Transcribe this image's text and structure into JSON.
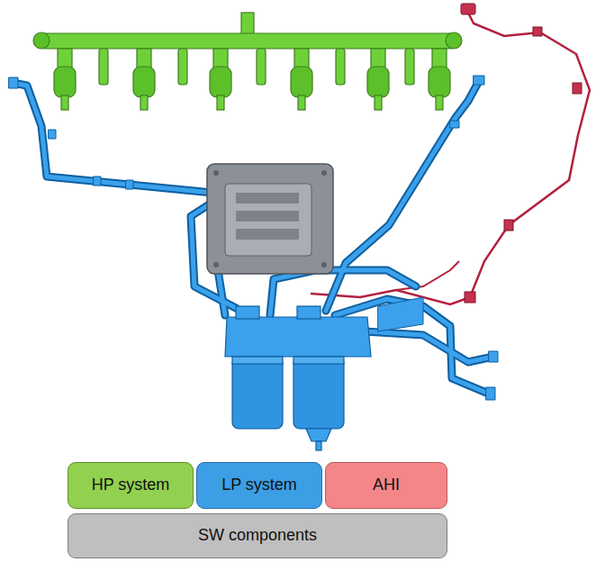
{
  "diagram": {
    "nodes": [
      {
        "text": [
          "HP system"
        ]
      },
      {
        "text": [
          "LP system"
        ]
      },
      {
        "text": [
          "AHI"
        ]
      },
      {
        "text": [
          "SW components"
        ]
      }
    ]
  }
}
